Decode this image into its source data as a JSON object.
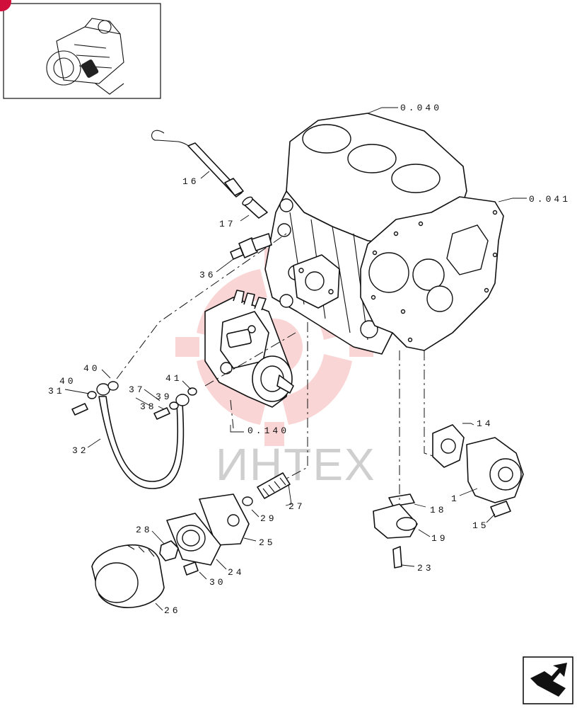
{
  "callouts": [
    {
      "id": "c-0040",
      "text": "0.040"
    },
    {
      "id": "c-0041",
      "text": "0.041"
    },
    {
      "id": "c-16",
      "text": "16"
    },
    {
      "id": "c-17",
      "text": "17"
    },
    {
      "id": "c-36",
      "text": "36"
    },
    {
      "id": "c-40a",
      "text": "40"
    },
    {
      "id": "c-40b",
      "text": "40"
    },
    {
      "id": "c-31",
      "text": "31"
    },
    {
      "id": "c-37",
      "text": "37"
    },
    {
      "id": "c-39",
      "text": "39"
    },
    {
      "id": "c-38",
      "text": "38"
    },
    {
      "id": "c-41",
      "text": "41"
    },
    {
      "id": "c-0140",
      "text": "0.140"
    },
    {
      "id": "c-32",
      "text": "32"
    },
    {
      "id": "c-14",
      "text": "14"
    },
    {
      "id": "c-1",
      "text": "1"
    },
    {
      "id": "c-15",
      "text": "15"
    },
    {
      "id": "c-18",
      "text": "18"
    },
    {
      "id": "c-19",
      "text": "19"
    },
    {
      "id": "c-23",
      "text": "23"
    },
    {
      "id": "c-27",
      "text": "27"
    },
    {
      "id": "c-29",
      "text": "29"
    },
    {
      "id": "c-25",
      "text": "25"
    },
    {
      "id": "c-28",
      "text": "28"
    },
    {
      "id": "c-24",
      "text": "24"
    },
    {
      "id": "c-30",
      "text": "30"
    },
    {
      "id": "c-26",
      "text": "26"
    }
  ],
  "watermark": {
    "text": "ИНТЕХ"
  },
  "colors": {
    "watermark_gear": "#f6b3b3",
    "badge": "#d0103a",
    "ink": "#111111"
  },
  "icons": {
    "nav": "next-page-arrow-icon",
    "thumbnail": "engine-thumbnail-icon"
  }
}
